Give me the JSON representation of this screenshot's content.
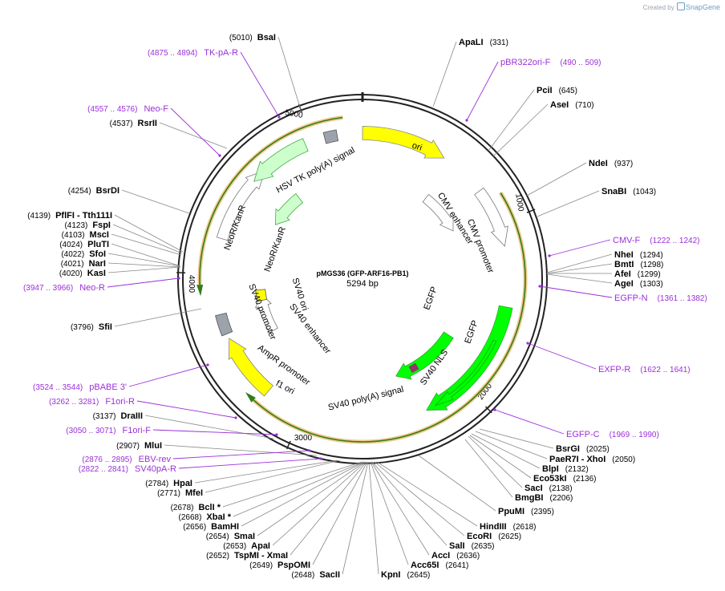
{
  "branding": {
    "created_by": "Created by",
    "app": "SnapGene"
  },
  "plasmid": {
    "name": "pMGS36 (GFP-ARF16-PB1)",
    "length_label": "5294 bp",
    "length": 5294
  },
  "ticks": [
    "1000",
    "2000",
    "3000",
    "4000",
    "5000"
  ],
  "sites": [
    {
      "name": "BsaI",
      "pos": "(5010)"
    },
    {
      "name": "ApaLI",
      "pos": "(331)"
    },
    {
      "name": "PciI",
      "pos": "(645)"
    },
    {
      "name": "AseI",
      "pos": "(710)"
    },
    {
      "name": "NdeI",
      "pos": "(937)"
    },
    {
      "name": "SnaBI",
      "pos": "(1043)"
    },
    {
      "name": "NheI",
      "pos": "(1294)"
    },
    {
      "name": "BmtI",
      "pos": "(1298)"
    },
    {
      "name": "AfeI",
      "pos": "(1299)"
    },
    {
      "name": "AgeI",
      "pos": "(1303)"
    },
    {
      "name": "BsrGI",
      "pos": "(2025)"
    },
    {
      "name": "PaeR7I  - XhoI",
      "pos": "(2050)"
    },
    {
      "name": "BlpI",
      "pos": "(2132)"
    },
    {
      "name": "Eco53kI",
      "pos": "(2136)"
    },
    {
      "name": "SacI",
      "pos": "(2138)"
    },
    {
      "name": "BmgBI",
      "pos": "(2206)"
    },
    {
      "name": "PpuMI",
      "pos": "(2395)"
    },
    {
      "name": "HindIII",
      "pos": "(2618)"
    },
    {
      "name": "EcoRI",
      "pos": "(2625)"
    },
    {
      "name": "SalI",
      "pos": "(2635)"
    },
    {
      "name": "AccI",
      "pos": "(2636)"
    },
    {
      "name": "Acc65I",
      "pos": "(2641)"
    },
    {
      "name": "KpnI",
      "pos": "(2645)"
    },
    {
      "name": "SacII",
      "pos": "(2648)"
    },
    {
      "name": "PspOMI",
      "pos": "(2649)"
    },
    {
      "name": "TspMI  - XmaI",
      "pos": "(2652)"
    },
    {
      "name": "ApaI",
      "pos": "(2653)"
    },
    {
      "name": "SmaI",
      "pos": "(2654)"
    },
    {
      "name": "BamHI",
      "pos": "(2656)"
    },
    {
      "name": "XbaI *",
      "pos": "(2668)"
    },
    {
      "name": "BclI *",
      "pos": "(2678)"
    },
    {
      "name": "MfeI",
      "pos": "(2771)"
    },
    {
      "name": "HpaI",
      "pos": "(2784)"
    },
    {
      "name": "MluI",
      "pos": "(2907)"
    },
    {
      "name": "DraIII",
      "pos": "(3137)"
    },
    {
      "name": "SfiI",
      "pos": "(3796)"
    },
    {
      "name": "KasI",
      "pos": "(4020)"
    },
    {
      "name": "NarI",
      "pos": "(4021)"
    },
    {
      "name": "SfoI",
      "pos": "(4022)"
    },
    {
      "name": "PluTI",
      "pos": "(4024)"
    },
    {
      "name": "MscI",
      "pos": "(4103)"
    },
    {
      "name": "FspI",
      "pos": "(4123)"
    },
    {
      "name": "PflFI  - Tth111I",
      "pos": "(4139)"
    },
    {
      "name": "BsrDI",
      "pos": "(4254)"
    },
    {
      "name": "RsrII",
      "pos": "(4537)"
    }
  ],
  "primers": [
    {
      "name": "TK-pA-R",
      "pos": "(4875 .. 4894)"
    },
    {
      "name": "pBR322ori-F",
      "pos": "(490 .. 509)"
    },
    {
      "name": "Neo-F",
      "pos": "(4557 .. 4576)"
    },
    {
      "name": "CMV-F",
      "pos": "(1222 .. 1242)"
    },
    {
      "name": "EGFP-N",
      "pos": "(1361 .. 1382)"
    },
    {
      "name": "EXFP-R",
      "pos": "(1622 .. 1641)"
    },
    {
      "name": "EGFP-C",
      "pos": "(1969 .. 1990)"
    },
    {
      "name": "Neo-R",
      "pos": "(3947 .. 3966)"
    },
    {
      "name": "pBABE 3'",
      "pos": "(3524 .. 3544)"
    },
    {
      "name": "F1ori-R",
      "pos": "(3262 .. 3281)"
    },
    {
      "name": "F1ori-F",
      "pos": "(3050 .. 3071)"
    },
    {
      "name": "EBV-rev",
      "pos": "(2876 .. 2895)"
    },
    {
      "name": "SV40pA-R",
      "pos": "(2822 .. 2841)"
    }
  ],
  "features": [
    {
      "name": "ori",
      "color": "#ffff00",
      "type": "rep_origin"
    },
    {
      "name": "CMV enhancer",
      "color": "#ffffff",
      "type": "enhancer"
    },
    {
      "name": "CMV promoter",
      "color": "#ffffff",
      "type": "promoter"
    },
    {
      "name": "EGFP",
      "color": "#00ff00",
      "type": "CDS"
    },
    {
      "name": "EGFP",
      "color": "#00ff00",
      "type": "CDS"
    },
    {
      "name": "SV40 NLS",
      "color": "#993366",
      "type": "misc"
    },
    {
      "name": "SV40 poly(A) signal",
      "color": "#9ca3ab",
      "type": "terminator"
    },
    {
      "name": "f1 ori",
      "color": "#ffff00",
      "type": "rep_origin"
    },
    {
      "name": "AmpR promoter",
      "color": "#ffffff",
      "type": "promoter"
    },
    {
      "name": "SV40 promoter",
      "color": "#ffffff",
      "type": "promoter"
    },
    {
      "name": "SV40 enhancer",
      "color": "#ffffff",
      "type": "enhancer"
    },
    {
      "name": "SV40 ori",
      "color": "#ffff00",
      "type": "rep_origin"
    },
    {
      "name": "NeoR/KanR",
      "color": "#ccffcc",
      "type": "CDS"
    },
    {
      "name": "NeoR/KanR",
      "color": "#ccffcc",
      "type": "CDS"
    },
    {
      "name": "HSV TK poly(A) signal",
      "color": "#9ca3ab",
      "type": "terminator"
    }
  ],
  "colors": {
    "backbone": "#222222",
    "primer": "#9b30d9",
    "orf_outline": "#e8a33d",
    "orf_line": "#2e7d1a"
  }
}
